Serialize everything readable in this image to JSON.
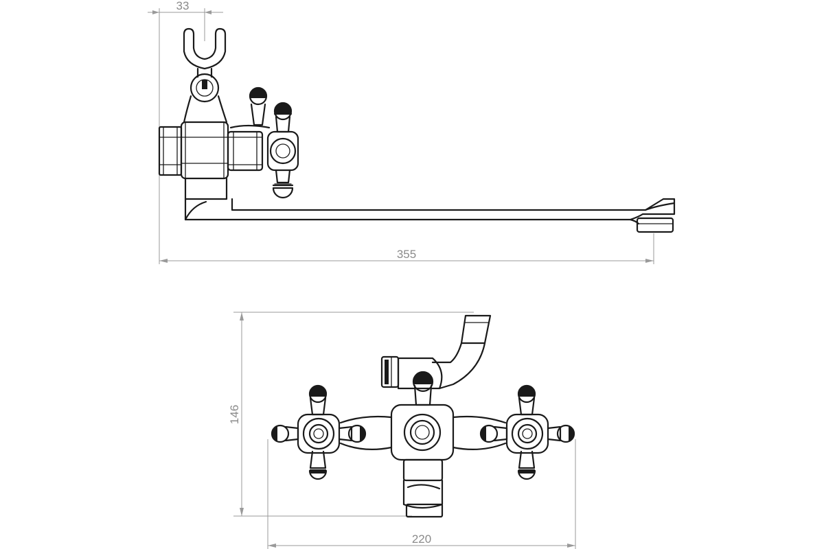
{
  "side_view": {
    "dimensions": {
      "offset": "33",
      "total_length": "355"
    }
  },
  "front_view": {
    "dimensions": {
      "height": "146",
      "width": "220"
    }
  }
}
